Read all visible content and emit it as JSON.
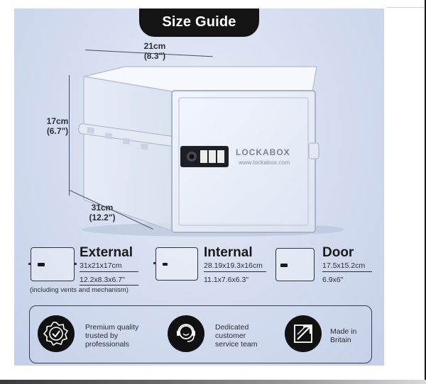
{
  "title": "Size Guide",
  "dimensions": {
    "width_cm": "21cm",
    "width_in": "(8.3\")",
    "height_cm": "17cm",
    "height_in": "(6.7\")",
    "depth_cm": "31cm",
    "depth_in": "(12.2\")"
  },
  "product": {
    "brand": "LOCKABOX",
    "url": "www.lockabox.com"
  },
  "specs": [
    {
      "name": "External",
      "metric": "31x21x17cm",
      "imperial": "12.2x8.3x6.7\"",
      "note": "(including vents and mechanism)"
    },
    {
      "name": "Internal",
      "metric": "28.19x19.3x16cm",
      "imperial": "11.1x7.6x6.3\""
    },
    {
      "name": "Door",
      "metric": "17.5x15.2cm",
      "imperial": "6.9x6\""
    }
  ],
  "features": [
    {
      "icon": "quality-badge-icon",
      "line1": "Premium quality",
      "line2": "trusted by",
      "line3": "professionals"
    },
    {
      "icon": "customer-service-icon",
      "line1": "Dedicated",
      "line2": "customer",
      "line3": "service team"
    },
    {
      "icon": "made-in-britain-icon",
      "line1": "Made in",
      "line2": "Britain",
      "line3": ""
    }
  ]
}
